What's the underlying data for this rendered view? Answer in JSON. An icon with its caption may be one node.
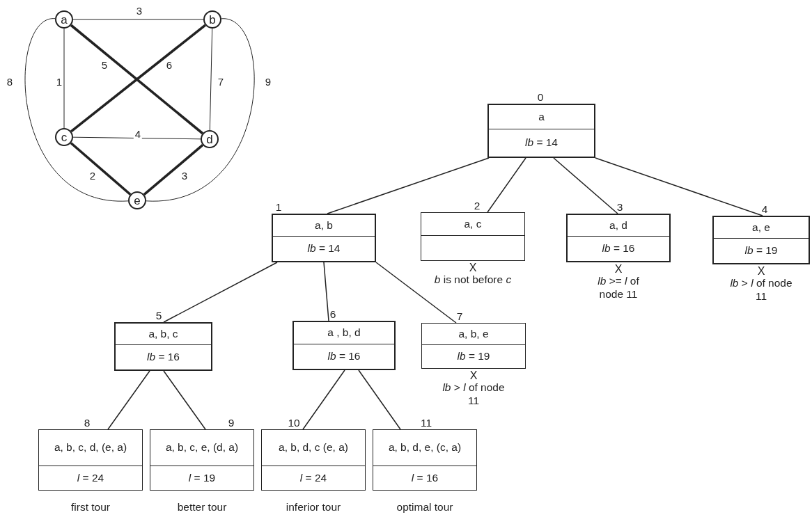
{
  "diagram": {
    "nodes": [
      {
        "text": [
          "a"
        ]
      },
      {
        "text": [
          "b"
        ]
      },
      {
        "text": [
          "c"
        ]
      },
      {
        "text": [
          "d"
        ]
      },
      {
        "text": [
          "e"
        ]
      },
      {
        "text": [
          "a",
          "*lb* =  14"
        ],
        "beside": [
          "0"
        ]
      },
      {
        "text": [
          "a, b",
          "*lb* =  14"
        ],
        "beside": [
          "1"
        ]
      },
      {
        "text": [
          "a, c"
        ],
        "beside": [
          "2",
          "X",
          "*b* is not before *c*"
        ]
      },
      {
        "text": [
          "a, d",
          "*lb* = 16"
        ],
        "beside": [
          "3",
          "X",
          "*lb* >= *l*  of node 11"
        ]
      },
      {
        "text": [
          "a, e",
          "*lb* =  19"
        ],
        "beside": [
          "4",
          "X",
          "*lb* > *l*  of node 11"
        ]
      },
      {
        "text": [
          "a, b, c",
          "*lb* = 16"
        ],
        "beside": [
          "5"
        ]
      },
      {
        "text": [
          "a , b, d",
          "*lb* = 16"
        ],
        "beside": [
          "6"
        ]
      },
      {
        "text": [
          "a, b, e",
          "*lb* =  19"
        ],
        "beside": [
          "7",
          "X",
          "*lb* > *l*  of node 11"
        ]
      },
      {
        "text": [
          "a, b, c, d, (e, a)",
          "*l* =  24"
        ],
        "beside": [
          "8",
          "first tour"
        ]
      },
      {
        "text": [
          "a, b, c, e, (d, a)",
          "*l* =  19"
        ],
        "beside": [
          "9",
          "better tour"
        ]
      },
      {
        "text": [
          "a, b, d, c (e, a)",
          "*l* =  24"
        ],
        "beside": [
          "10",
          "inferior tour"
        ]
      },
      {
        "text": [
          "a, b, d, e, (c, a)",
          "*l* =  16"
        ],
        "beside": [
          "11",
          "optimal  tour"
        ]
      }
    ],
    "edges": [
      {
        "from": 0,
        "to": 1,
        "arrow": "none",
        "label": "3"
      },
      {
        "from": 0,
        "to": 2,
        "arrow": "none",
        "label": "1"
      },
      {
        "from": 0,
        "to": 3,
        "arrow": "none",
        "label": "5",
        "style": "thick"
      },
      {
        "from": 1,
        "to": 2,
        "arrow": "none",
        "label": "6",
        "style": "thick"
      },
      {
        "from": 1,
        "to": 3,
        "arrow": "none",
        "label": "7"
      },
      {
        "from": 0,
        "to": 4,
        "arrow": "none",
        "label": "8"
      },
      {
        "from": 1,
        "to": 4,
        "arrow": "none",
        "label": "9"
      },
      {
        "from": 2,
        "to": 3,
        "arrow": "none",
        "label": "4"
      },
      {
        "from": 2,
        "to": 4,
        "arrow": "none",
        "label": "2",
        "style": "thick"
      },
      {
        "from": 3,
        "to": 4,
        "arrow": "none",
        "label": "3",
        "style": "thick"
      },
      {
        "from": 5,
        "to": 6,
        "arrow": "none"
      },
      {
        "from": 5,
        "to": 7,
        "arrow": "none"
      },
      {
        "from": 5,
        "to": 8,
        "arrow": "none"
      },
      {
        "from": 5,
        "to": 9,
        "arrow": "none"
      },
      {
        "from": 6,
        "to": 10,
        "arrow": "none"
      },
      {
        "from": 6,
        "to": 11,
        "arrow": "none"
      },
      {
        "from": 6,
        "to": 12,
        "arrow": "none"
      },
      {
        "from": 10,
        "to": 13,
        "arrow": "none"
      },
      {
        "from": 10,
        "to": 14,
        "arrow": "none"
      },
      {
        "from": 11,
        "to": 15,
        "arrow": "none"
      },
      {
        "from": 11,
        "to": 16,
        "arrow": "none"
      }
    ]
  }
}
